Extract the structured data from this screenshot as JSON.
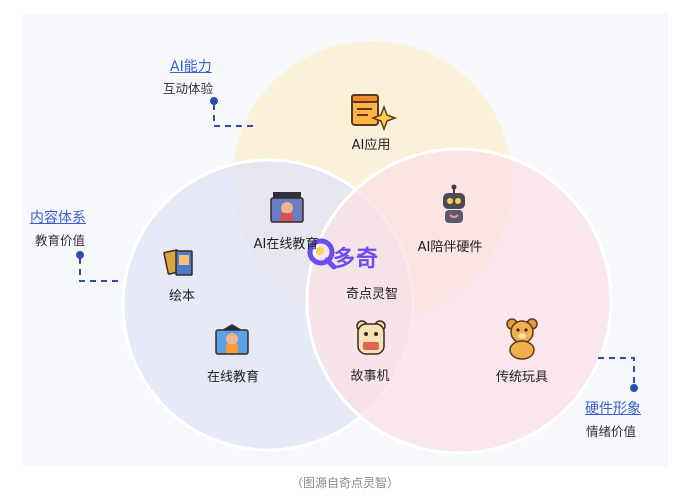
{
  "caption": "（图源自奇点灵智）",
  "dimensions": [
    {
      "title": "AI能力",
      "subtitle": "互动体验"
    },
    {
      "title": "内容体系",
      "subtitle": "教育价值"
    },
    {
      "title": "硬件形象",
      "subtitle": "情绪价值"
    }
  ],
  "center": {
    "brand": "多奇",
    "label": "奇点灵智"
  },
  "nodes": [
    {
      "id": "ai-app",
      "label": "AI应用",
      "icon": "app-window-sparkle-icon"
    },
    {
      "id": "ai-online-edu",
      "label": "AI在线教育",
      "icon": "teacher-screen-icon"
    },
    {
      "id": "ai-companion-hw",
      "label": "AI陪伴硬件",
      "icon": "robot-icon"
    },
    {
      "id": "picture-book",
      "label": "绘本",
      "icon": "picture-book-icon"
    },
    {
      "id": "online-edu",
      "label": "在线教育",
      "icon": "online-class-icon"
    },
    {
      "id": "story-machine",
      "label": "故事机",
      "icon": "story-machine-icon"
    },
    {
      "id": "traditional-toy",
      "label": "传统玩具",
      "icon": "teddy-bear-icon"
    }
  ],
  "colors": {
    "circle_ai": "#fbeed4",
    "circle_content": "#dfe4f7",
    "circle_hardware": "#fbe1e6",
    "accent": "#3a5fd0",
    "brand": "#6a4cf0"
  }
}
